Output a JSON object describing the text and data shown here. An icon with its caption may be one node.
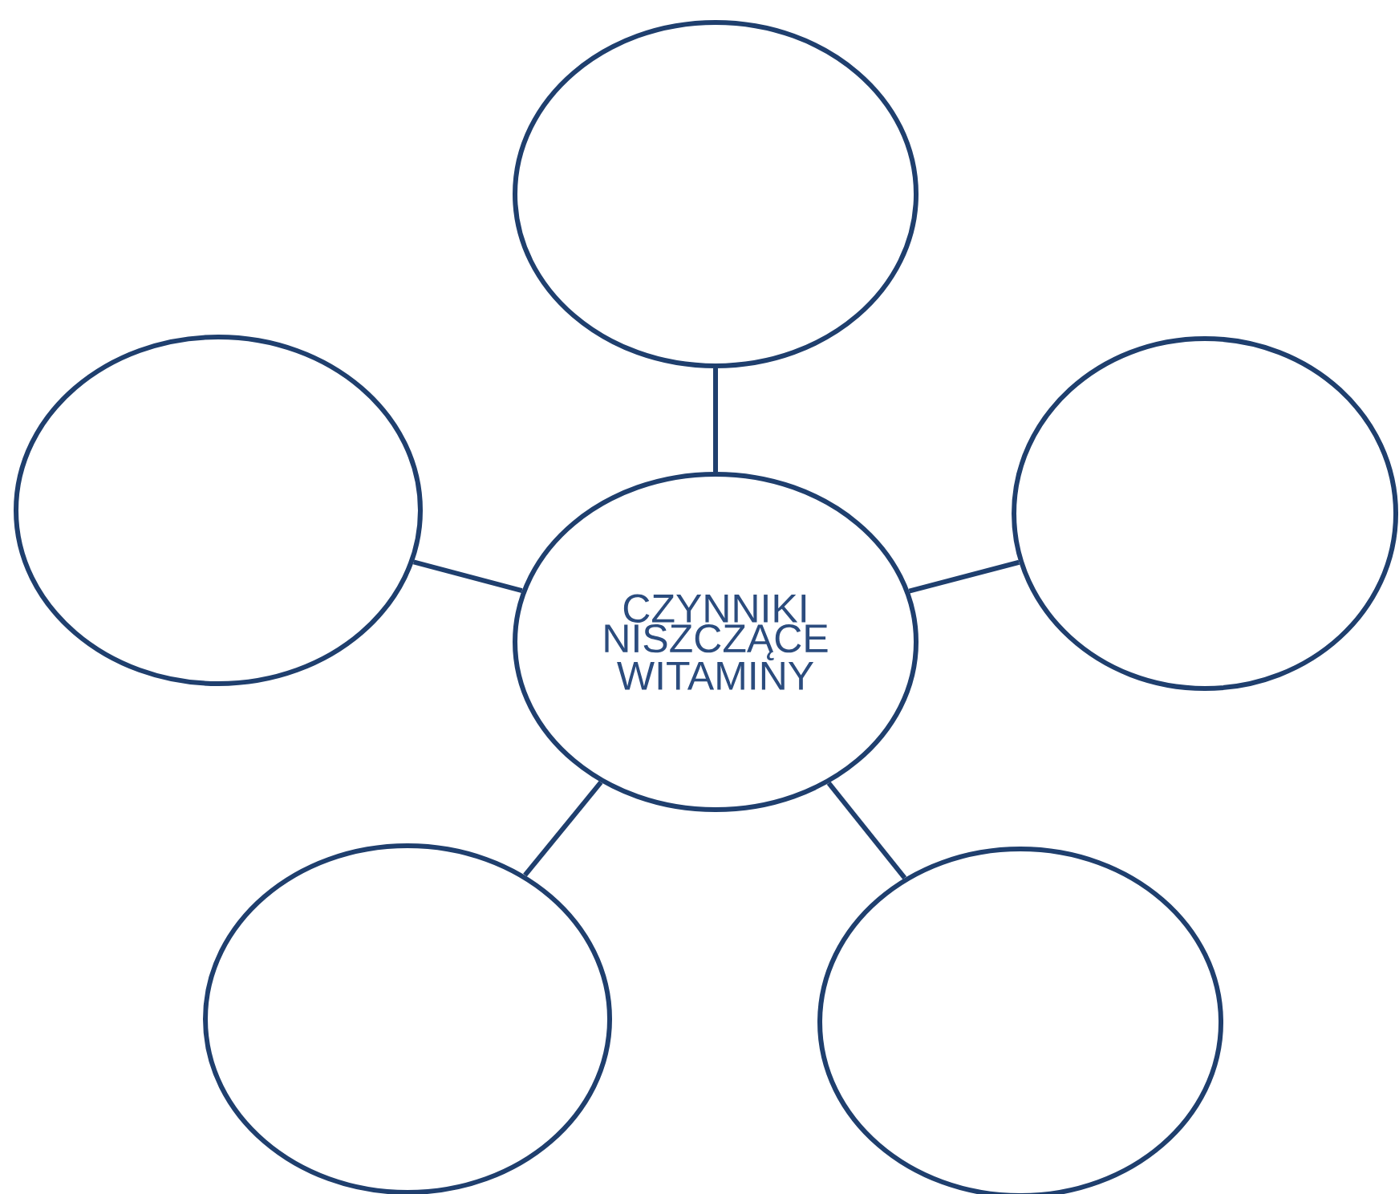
{
  "diagram": {
    "nodes": [
      {
        "text": [],
        "shape": "ellipse"
      },
      {
        "text": [],
        "shape": "ellipse"
      },
      {
        "text": [
          "CZYNNIKI NISZCZĄCE WITAMINY"
        ]
      },
      {
        "text": [],
        "shape": "ellipse"
      },
      {
        "text": [],
        "shape": "ellipse"
      },
      {
        "text": [],
        "shape": "ellipse"
      }
    ],
    "edges": [
      {
        "from": 2,
        "to": 0,
        "arrow": "none"
      },
      {
        "from": 2,
        "to": 1,
        "arrow": "none"
      },
      {
        "from": 2,
        "to": 3,
        "arrow": "none"
      },
      {
        "from": 2,
        "to": 4,
        "arrow": "none"
      },
      {
        "from": 2,
        "to": 5,
        "arrow": "none"
      }
    ]
  }
}
